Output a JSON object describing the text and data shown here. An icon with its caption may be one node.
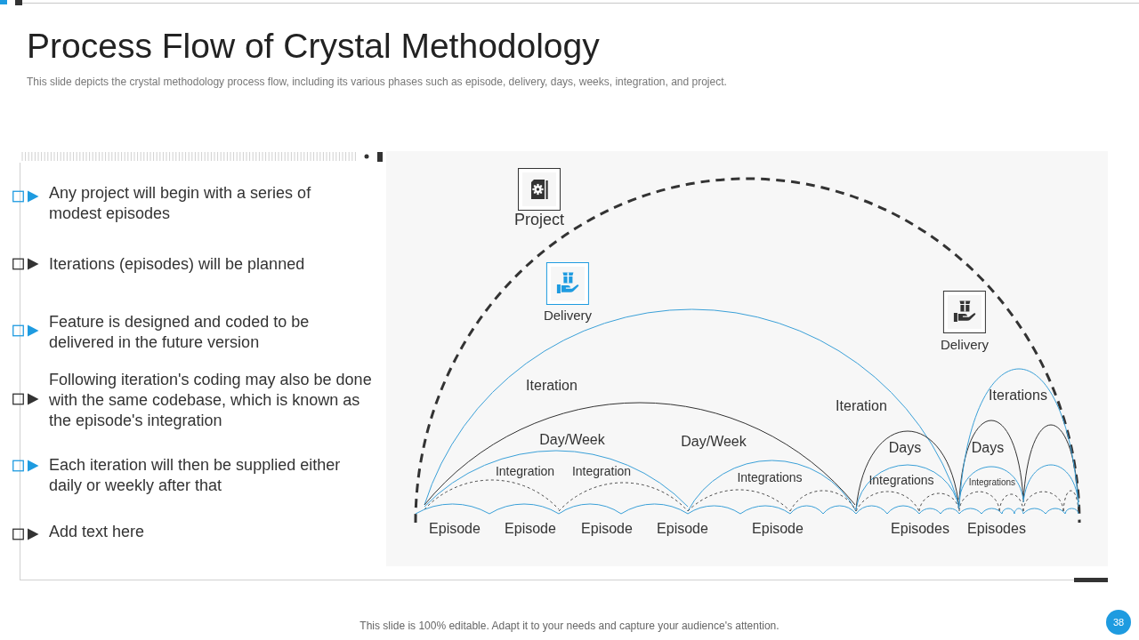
{
  "diagram": {
    "title": "Process Flow of Crystal Methodology",
    "nodes": [
      {
        "text": [
          "Project"
        ]
      },
      {
        "text": [
          "Delivery"
        ]
      },
      {
        "text": [
          "Delivery"
        ]
      }
    ],
    "labels": [
      "This slide depicts the crystal methodology process flow, including its various phases such as episode, delivery, days, weeks, integration, and project.",
      "Any project will begin with a series of modest episodes",
      "Iterations (episodes) will be planned",
      "Feature is designed and coded to be delivered in the future version",
      "Following iteration's coding may also be done with the same codebase, which is known as the episode's integration",
      "Each iteration will then be supplied either daily or weekly after that",
      "Add text here",
      "Iteration",
      "Iterations",
      "Iteration",
      "Day/Week",
      "Day/Week",
      "Days",
      "Days",
      "Integration",
      "Integration",
      "Integrations",
      "Integrations",
      "Integrations",
      "Episode",
      "Episode",
      "Episode",
      "Episode",
      "Episode",
      "Episodes",
      "Episodes",
      "This slide is 100% editable. Adapt it to your needs and capture your audience's attention.",
      "38"
    ]
  }
}
